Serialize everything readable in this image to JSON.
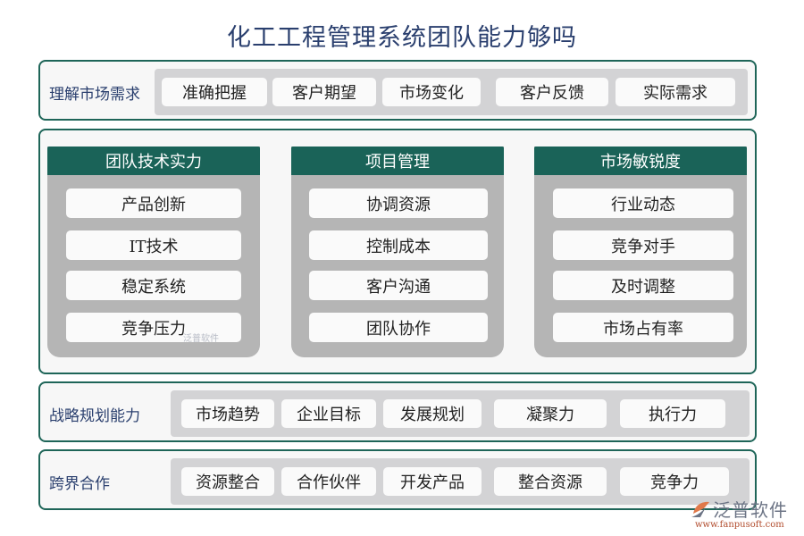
{
  "title": "化工工程管理系统团队能力够吗",
  "colors": {
    "title": "#2a3f6e",
    "border": "#1e6558",
    "panel_header": "#1a6358",
    "panel_body": "#b5b5b5",
    "strip": "#d3d3d5",
    "chip": "#fafafa"
  },
  "rows": {
    "market_needs": {
      "label": "理解市场需求",
      "items": [
        "准确把握",
        "客户期望",
        "市场变化",
        "客户反馈",
        "实际需求"
      ]
    },
    "strategy": {
      "label": "战略规划能力",
      "items": [
        "市场趋势",
        "企业目标",
        "发展规划",
        "凝聚力",
        "执行力"
      ]
    },
    "cross_border": {
      "label": "跨界合作",
      "items": [
        "资源整合",
        "合作伙伴",
        "开发产品",
        "整合资源",
        "竞争力"
      ]
    }
  },
  "panels": [
    {
      "title": "团队技术实力",
      "items": [
        "产品创新",
        "IT技术",
        "稳定系统",
        "竞争压力"
      ]
    },
    {
      "title": "项目管理",
      "items": [
        "协调资源",
        "控制成本",
        "客户沟通",
        "团队协作"
      ]
    },
    {
      "title": "市场敏锐度",
      "items": [
        "行业动态",
        "竞争对手",
        "及时调整",
        "市场占有率"
      ]
    }
  ],
  "watermark": {
    "small": "泛普软件",
    "brand": "泛普软件",
    "url": "www.fanpusoft.com"
  }
}
